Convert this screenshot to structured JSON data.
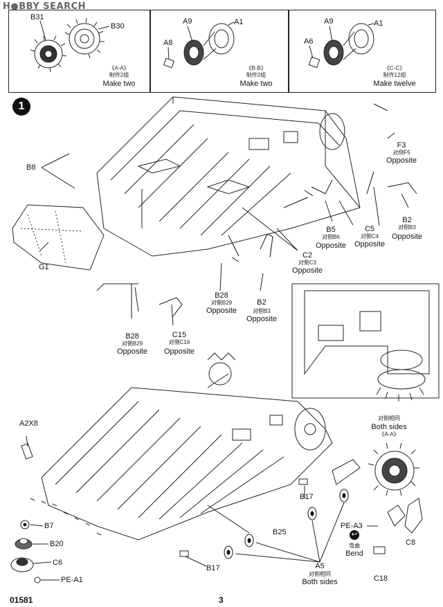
{
  "header": {
    "brand": "H●BBY SEARCH"
  },
  "panels": {
    "aa": {
      "parts": [
        "B31",
        "B30"
      ],
      "section": "《A-A》",
      "cn": "制作2组",
      "en": "Make two"
    },
    "bb": {
      "parts": [
        "A9",
        "A1",
        "A8"
      ],
      "section": "《B-B》",
      "cn": "制作2组",
      "en": "Make two"
    },
    "cc": {
      "parts": [
        "A9",
        "A1",
        "A6"
      ],
      "section": "《C-C》",
      "cn": "制作12组",
      "en": "Make twelve"
    }
  },
  "step": {
    "number": "1"
  },
  "upper": {
    "b8": "B8",
    "g1": "G1",
    "f3": {
      "part": "F3",
      "cn": "对侧F5",
      "en": "Opposite"
    },
    "c5": {
      "part": "C5",
      "cn": "对侧C4",
      "en": "Opposite"
    },
    "b2a": {
      "part": "B2",
      "cn": "对侧B3",
      "en": "Opposite"
    },
    "b5": {
      "part": "B5",
      "cn": "对侧B6",
      "en": "Opposite"
    },
    "c2": {
      "part": "C2",
      "cn": "对侧C3",
      "en": "Opposite"
    },
    "b28a": {
      "part": "B28",
      "cn": "对侧B29",
      "en": "Opposite"
    },
    "b2b": {
      "part": "B2",
      "cn": "对侧B3",
      "en": "Opposite"
    },
    "b28b": {
      "part": "B28",
      "cn": "对侧B29",
      "en": "Opposite"
    },
    "c15": {
      "part": "C15",
      "cn": "对侧C16",
      "en": "Opposite"
    }
  },
  "lower": {
    "a2x8": "A2X8",
    "bothsides_aa": {
      "cn": "对侧相同",
      "en": "Both sides",
      "section": "《A-A》"
    },
    "b17a": "B17",
    "b25": "B25",
    "b7": "B7",
    "b20": "B20",
    "c6": "C6",
    "pea1": "PE-A1",
    "b17b": "B17",
    "a5": {
      "part": "A5",
      "cn": "对侧相同",
      "en": "Both sides"
    },
    "pea3": "PE-A3",
    "bend": {
      "cn": "弯曲",
      "en": "Bend"
    },
    "c8": "C8",
    "c18": "C18"
  },
  "footer": {
    "code": "01581",
    "page": "3"
  }
}
